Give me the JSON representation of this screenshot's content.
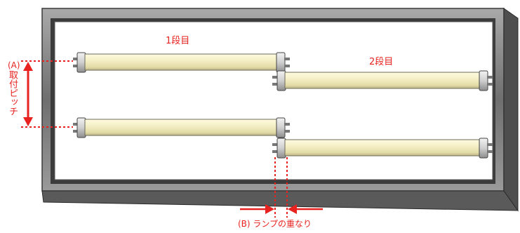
{
  "labels": {
    "tier1": "1段目",
    "tier2": "2段目",
    "pitch_code": "(A)",
    "pitch_text": "取付ピッチ",
    "overlap": "(B) ランプの重なり"
  },
  "colors": {
    "frame_outer": "#8a8a8a",
    "frame_inner": "#2e2e2e",
    "panel": "#ffffff",
    "tube_body": "#f4f0c8",
    "tube_shadow": "#b9b48a",
    "annotation": "#e8221f"
  }
}
